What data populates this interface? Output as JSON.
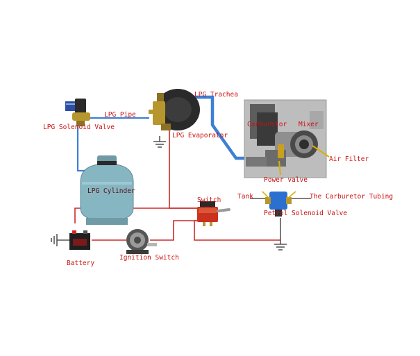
{
  "labels": {
    "lpg_solenoid_valve": "LPG Solenoid Valve",
    "lpg_pipe": "LPG Pipe",
    "lpg_trachea": "LPG Trachea",
    "lpg_evaporator": "LPG Evaporator",
    "carburetor": "Carburetor",
    "mixer": "Mixer",
    "air_filter": "Air Filter",
    "power_valve": "Power valve",
    "lpg_cylinder": "LPG Cylinder",
    "tank": "Tank",
    "carburetor_tubing": "The Carburetor Tubing",
    "switch": "Switch",
    "petrol_solenoid_valve": "Petrol Solenoid Valve",
    "battery": "Battery",
    "ignition_switch": "Ignition Switch"
  },
  "colors": {
    "label": "#cc1111",
    "wire": "#cc2a2a",
    "gas_pipe": "#3d7fd6",
    "ground": "#333333",
    "cylinder": "#86b6c2"
  }
}
